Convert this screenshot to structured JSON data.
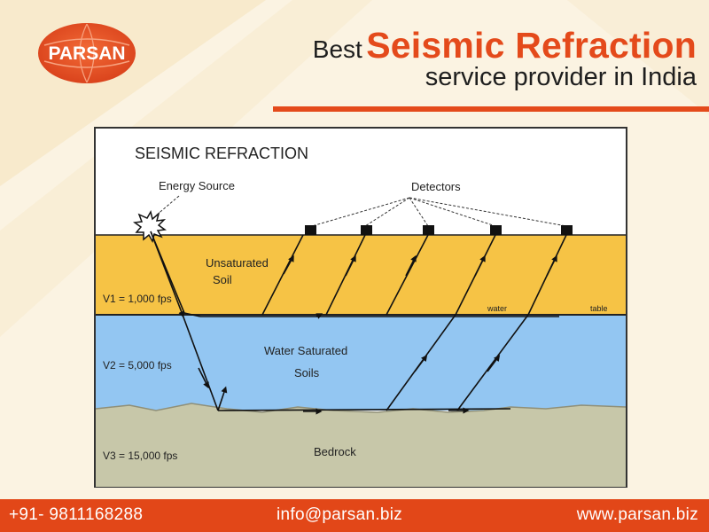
{
  "brand": {
    "logo_text": "PARSAN"
  },
  "headline": {
    "prefix": "Best",
    "topic": "Seismic Refraction",
    "line2": "service provider in India"
  },
  "diagram": {
    "title": "SEISMIC REFRACTION",
    "energy_source": "Energy Source",
    "detectors": "Detectors",
    "layer1_name_line1": "Unsaturated",
    "layer1_name_line2": "Soil",
    "layer1_velocity": "V1 = 1,000   fps",
    "water_table_word1": "water",
    "water_table_word2": "table",
    "layer2_name_line1": "Water Saturated",
    "layer2_name_line2": "Soils",
    "layer2_velocity": "V2 = 5,000 fps",
    "layer3_velocity": "V3 = 15,000 fps",
    "layer3_name": "Bedrock",
    "colors": {
      "unsaturated_soil": "#f6c345",
      "water_saturated": "#93c6f2",
      "bedrock": "#c7c7a9"
    }
  },
  "footer": {
    "phone": "+91- 9811168288",
    "email": "info@parsan.biz",
    "website": "www.parsan.biz"
  },
  "colors": {
    "accent": "#e44a1b"
  }
}
